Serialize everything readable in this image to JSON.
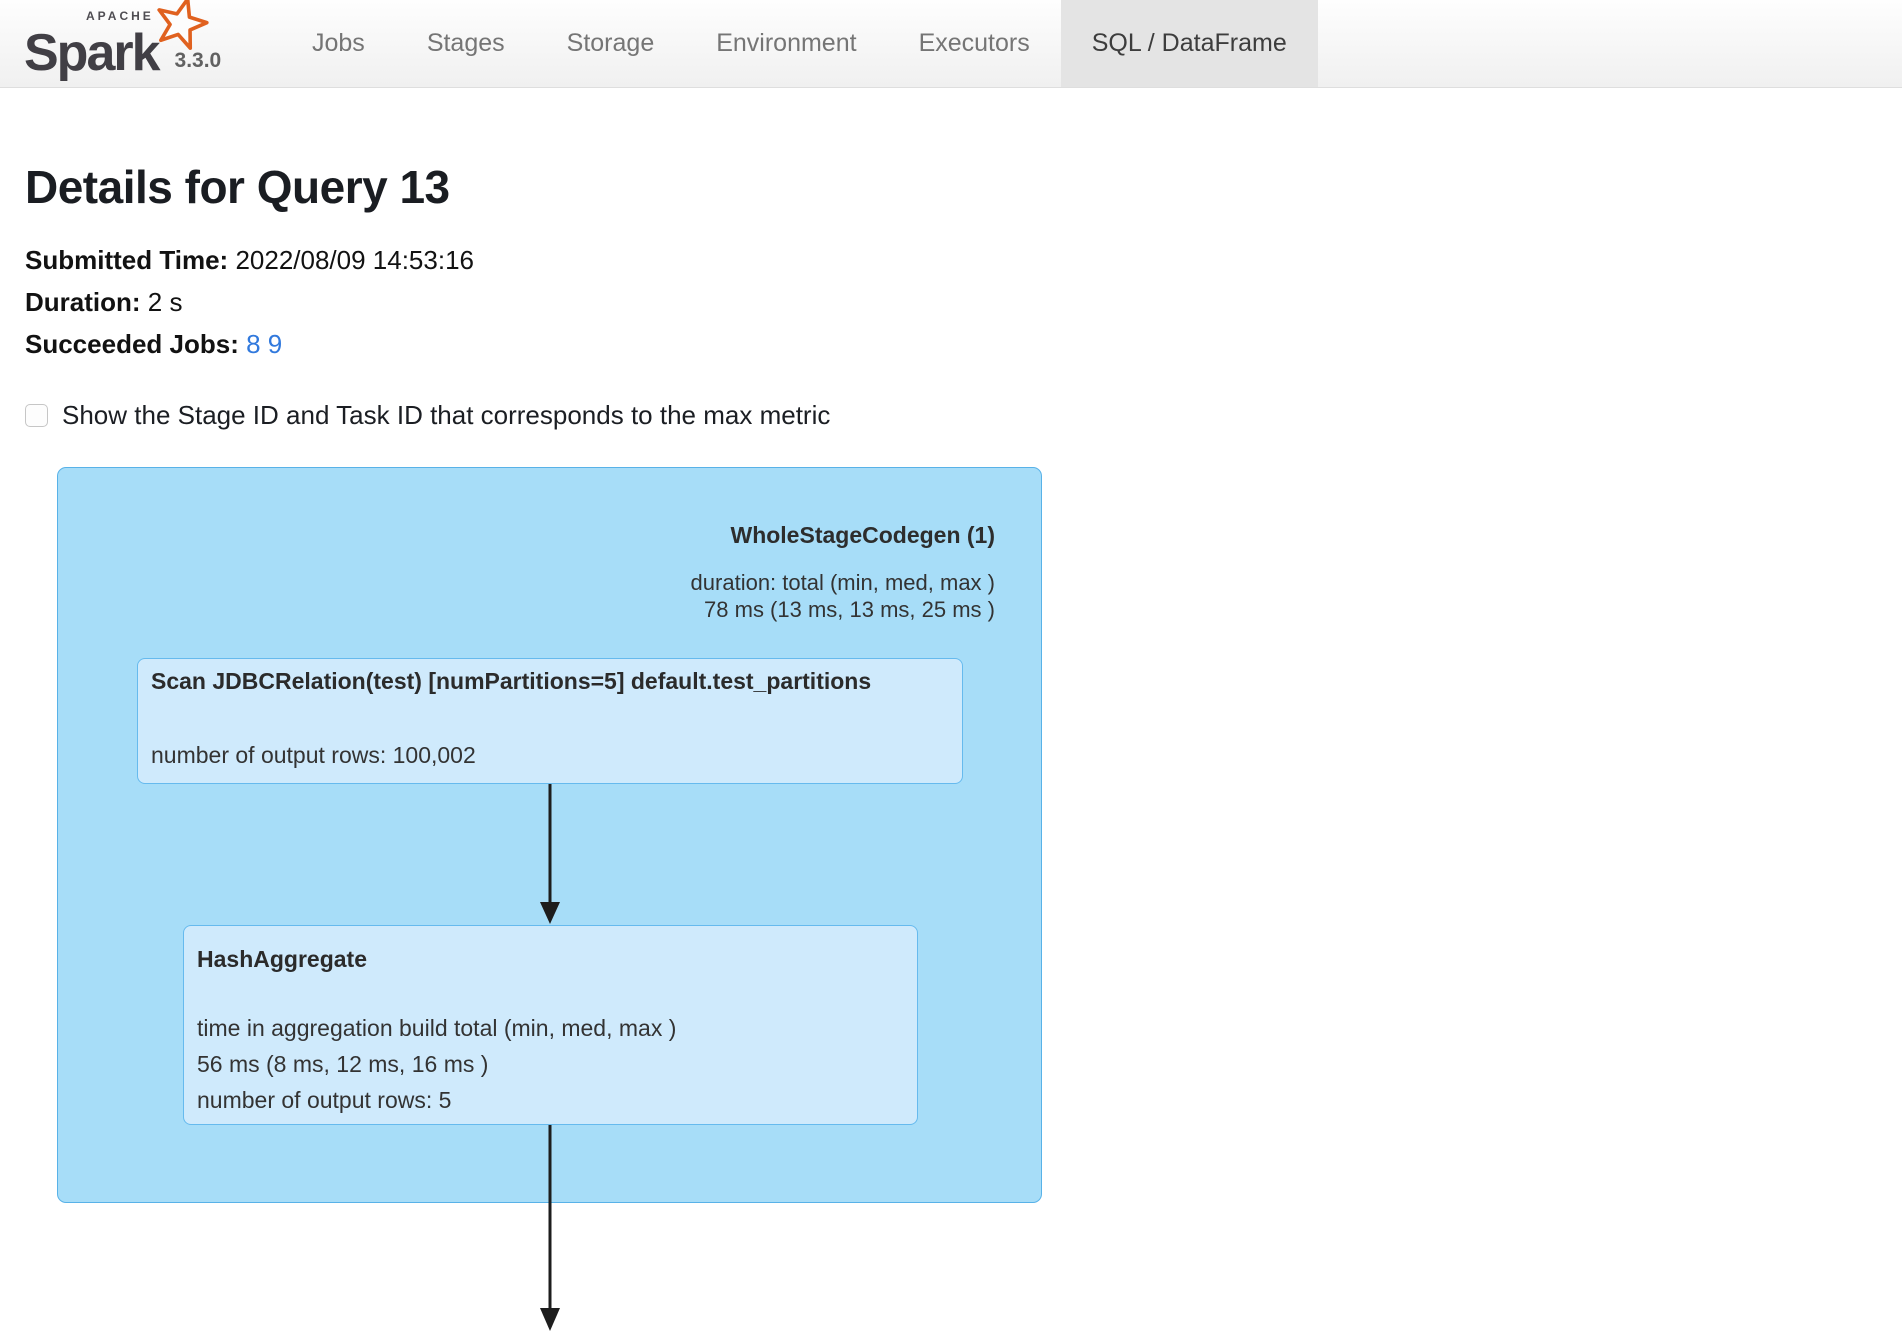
{
  "app": {
    "logo_small": "APACHE",
    "logo_word": "Spark",
    "version": "3.3.0"
  },
  "nav": {
    "tabs": [
      {
        "label": "Jobs",
        "active": false
      },
      {
        "label": "Stages",
        "active": false
      },
      {
        "label": "Storage",
        "active": false
      },
      {
        "label": "Environment",
        "active": false
      },
      {
        "label": "Executors",
        "active": false
      },
      {
        "label": "SQL / DataFrame",
        "active": true
      }
    ]
  },
  "page": {
    "title": "Details for Query 13",
    "meta": [
      {
        "label": "Submitted Time:",
        "value": "2022/08/09 14:53:16"
      },
      {
        "label": "Duration:",
        "value": "2 s"
      },
      {
        "label": "Succeeded Jobs:",
        "links": [
          "8",
          "9"
        ]
      }
    ],
    "checkbox_label": "Show the Stage ID and Task ID that corresponds to the max metric",
    "checkbox_checked": false
  },
  "plan": {
    "cluster": {
      "title": "WholeStageCodegen (1)",
      "metrics": [
        "duration: total (min, med, max )",
        "78 ms (13 ms, 13 ms, 25 ms )"
      ]
    },
    "nodes": [
      {
        "title": "Scan JDBCRelation(test) [numPartitions=5] default.test_partitions",
        "metrics": [
          "number of output rows: 100,002"
        ]
      },
      {
        "title": "HashAggregate",
        "metrics": [
          "time in aggregation build total (min, med, max )",
          "56 ms (8 ms, 12 ms, 16 ms )",
          "number of output rows: 5"
        ]
      }
    ]
  },
  "colors": {
    "link": "#3179dd",
    "cluster_fill": "#a7ddf8",
    "cluster_border": "#58b2e8",
    "node_fill": "#cfeafc",
    "node_border": "#66baee",
    "nav_active_bg": "#e4e4e4",
    "logo_orange": "#e0611f",
    "arrow": "#1d1d1d"
  }
}
